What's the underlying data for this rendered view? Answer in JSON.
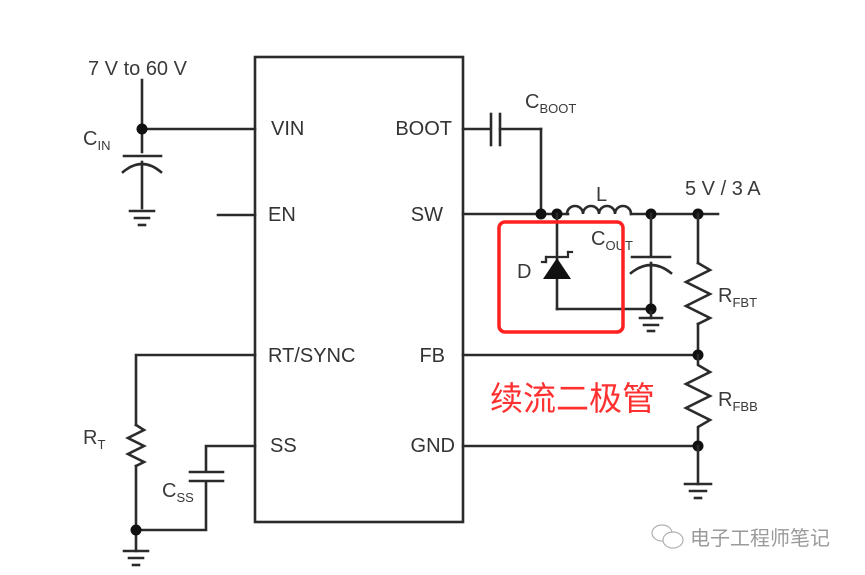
{
  "diagram": {
    "type": "schematic",
    "title": "Buck converter with freewheeling diode",
    "ic": {
      "pins_left": [
        "VIN",
        "EN",
        "RT/SYNC",
        "SS"
      ],
      "pins_right": [
        "BOOT",
        "SW",
        "FB",
        "GND"
      ]
    },
    "input_label": "7 V to 60 V",
    "output_label": "5 V / 3 A",
    "components": {
      "cin": {
        "main": "C",
        "sub": "IN"
      },
      "cboot": {
        "main": "C",
        "sub": "BOOT"
      },
      "inductor": {
        "main": "L",
        "sub": ""
      },
      "diode": {
        "main": "D",
        "sub": ""
      },
      "cout": {
        "main": "C",
        "sub": "OUT"
      },
      "rfbt": {
        "main": "R",
        "sub": "FBT"
      },
      "rfbb": {
        "main": "R",
        "sub": "FBB"
      },
      "rt": {
        "main": "R",
        "sub": "T"
      },
      "css": {
        "main": "C",
        "sub": "SS"
      }
    },
    "annotation": "续流二极管",
    "annotation_color": "#ff2020",
    "watermark": "电子工程师笔记",
    "watermark_icon": "wechat-icon"
  }
}
